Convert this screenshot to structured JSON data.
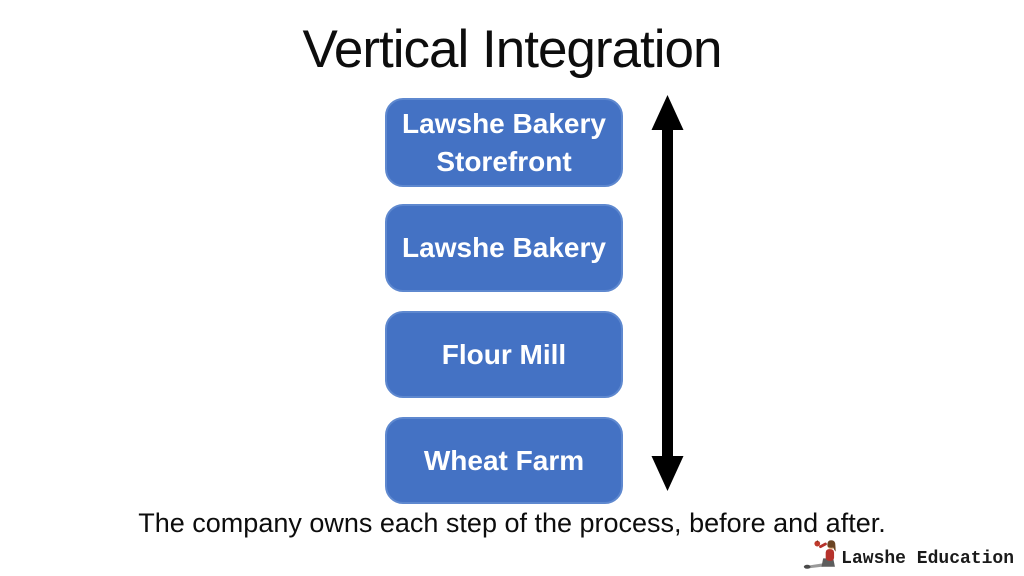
{
  "slide": {
    "title": "Vertical Integration",
    "stack": {
      "boxes": [
        {
          "label": "Lawshe Bakery Storefront"
        },
        {
          "label": "Lawshe Bakery"
        },
        {
          "label": "Flour Mill"
        },
        {
          "label": "Wheat Farm"
        }
      ]
    },
    "arrow": {
      "icon": "double-headed-vertical-arrow-icon",
      "color": "#000000"
    },
    "caption": "The company owns each step of the process, before and after.",
    "branding": {
      "logo_icon": "seated-woman-with-apple-icon",
      "logo_text": "Lawshe Education"
    },
    "colors": {
      "background": "#ffffff",
      "box_fill": "#4472C4",
      "box_border": "#5e88cf",
      "box_text": "#ffffff",
      "title_text": "#0d0d0d",
      "caption_text": "#0d0d0d",
      "arrow": "#000000",
      "logo_text": "#1a1a1a"
    }
  }
}
